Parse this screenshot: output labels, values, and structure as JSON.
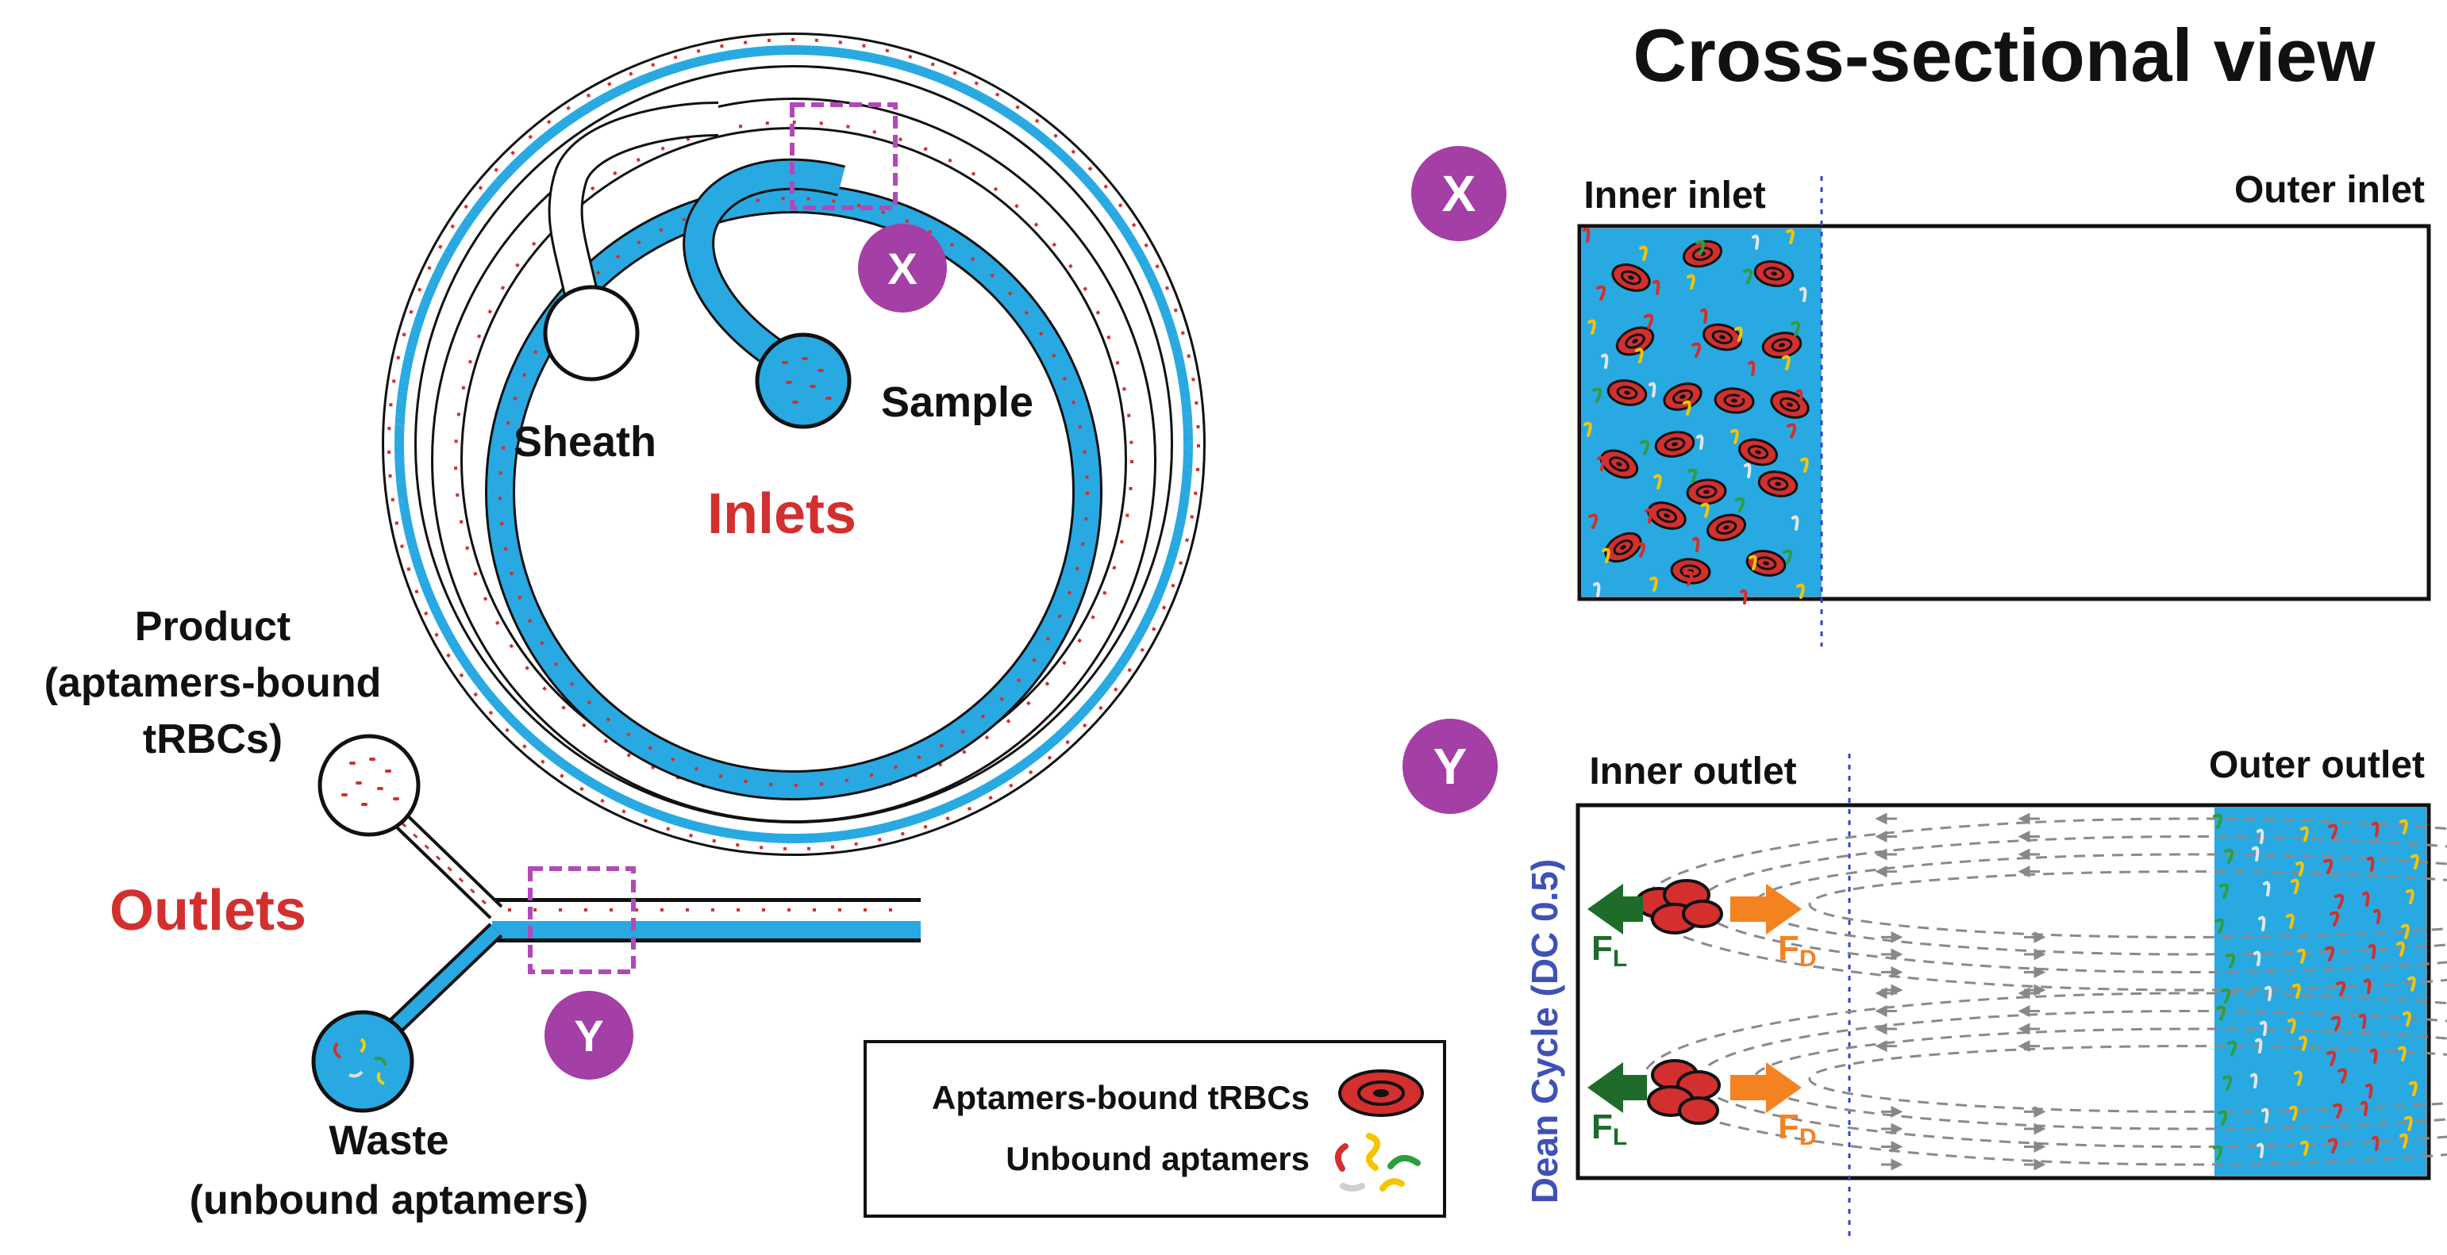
{
  "title": "Cross-sectional view",
  "colors": {
    "channel_fluid": "#29a9e1",
    "marker_purple": "#a43fa6",
    "accent_red": "#d32f2f",
    "drag_force": "#f58220",
    "lift_force": "#1e6b2a",
    "dean_label": "#3f51b5"
  },
  "chip": {
    "inlets_label": "Inlets",
    "outlets_label": "Outlets",
    "sheath_label": "Sheath",
    "sample_label": "Sample",
    "product_label": [
      "Product",
      "(aptamers-bound",
      "tRBCs)"
    ],
    "waste_label": [
      "Waste",
      "(unbound aptamers)"
    ],
    "marker_x": "X",
    "marker_y": "Y"
  },
  "section_x": {
    "marker": "X",
    "inner_label": "Inner inlet",
    "outer_label": "Outer inlet"
  },
  "section_y": {
    "marker": "Y",
    "inner_label": "Inner outlet",
    "outer_label": "Outer outlet",
    "dean_label": "Dean Cycle (DC 0.5)",
    "lift_force_label": {
      "main": "F",
      "sub": "L"
    },
    "drag_force_label": {
      "main": "F",
      "sub": "D"
    }
  },
  "legend": {
    "bound_label": "Aptamers-bound tRBCs",
    "unbound_label": "Unbound aptamers",
    "bound_icon": "rbc-cell-icon",
    "unbound_icon": "aptamer-strands-icon"
  }
}
